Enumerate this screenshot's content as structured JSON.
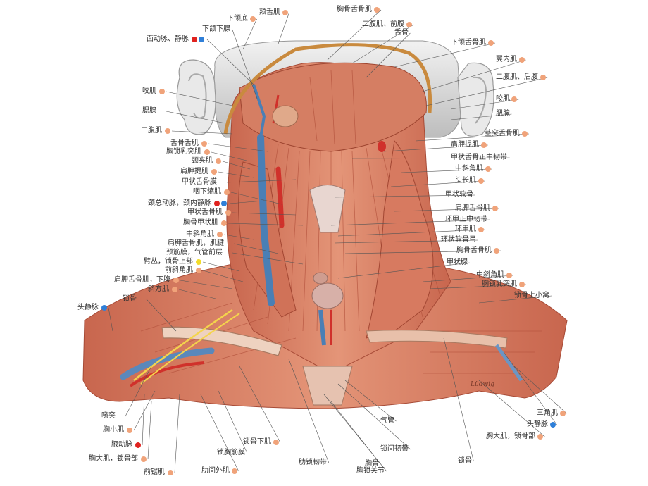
{
  "colors": {
    "muscle": "#d9826a",
    "muscle_dark": "#b85a44",
    "muscle_light": "#eba98f",
    "artery": "#d0312b",
    "vein": "#4a7fb5",
    "nerve": "#f4d44c",
    "skin": "#dcdcdc",
    "orange_dot": "#f0a37a",
    "red_dot": "#e0231f",
    "blue_dot": "#2f7fd8",
    "yellow_dot": "#f2dc2a",
    "line": "#555555"
  },
  "labels": [
    {
      "id": "l1",
      "text": "下颌底",
      "dot": "orange"
    },
    {
      "id": "l2",
      "text": "颏舌肌",
      "dot": "orange"
    },
    {
      "id": "l3",
      "text": "胸骨舌骨肌",
      "dot": "orange"
    },
    {
      "id": "l4",
      "text": "二腹肌、前腹",
      "dot": "orange"
    },
    {
      "id": "l5",
      "text": "舌骨",
      "dot": "none"
    },
    {
      "id": "l6",
      "text": "下颌下腺",
      "dot": "none"
    },
    {
      "id": "l7",
      "text": "面动脉、静脉",
      "dot": "red-blue"
    },
    {
      "id": "l8",
      "text": "下颌舌骨肌",
      "dot": "orange"
    },
    {
      "id": "l9",
      "text": "翼内肌",
      "dot": "orange"
    },
    {
      "id": "l10",
      "text": "二腹肌、后腹",
      "dot": "orange"
    },
    {
      "id": "l11",
      "text": "咬肌",
      "dot": "orange"
    },
    {
      "id": "l12",
      "text": "咬肌",
      "dot": "orange"
    },
    {
      "id": "l13",
      "text": "腮腺",
      "dot": "none"
    },
    {
      "id": "l14",
      "text": "腮腺",
      "dot": "none"
    },
    {
      "id": "l15",
      "text": "二腹肌",
      "dot": "orange"
    },
    {
      "id": "l16",
      "text": "茎突舌骨肌",
      "dot": "orange"
    },
    {
      "id": "l17",
      "text": "舌骨舌肌",
      "dot": "orange"
    },
    {
      "id": "l18",
      "text": "肩胛提肌",
      "dot": "orange"
    },
    {
      "id": "l19",
      "text": "胸锁乳突肌",
      "dot": "orange"
    },
    {
      "id": "l20",
      "text": "甲状舌骨正中韧带",
      "dot": "none"
    },
    {
      "id": "l21",
      "text": "颈夹肌",
      "dot": "orange"
    },
    {
      "id": "l22",
      "text": "中斜角肌",
      "dot": "orange"
    },
    {
      "id": "l23",
      "text": "肩胛提肌",
      "dot": "orange"
    },
    {
      "id": "l24",
      "text": "头长肌",
      "dot": "orange"
    },
    {
      "id": "l25",
      "text": "甲状舌骨膜",
      "dot": "none"
    },
    {
      "id": "l26",
      "text": "甲状软骨",
      "dot": "none"
    },
    {
      "id": "l27",
      "text": "咽下缩肌",
      "dot": "orange"
    },
    {
      "id": "l28",
      "text": "肩胛舌骨肌",
      "dot": "orange"
    },
    {
      "id": "l29",
      "text": "颈总动脉，颈内静脉",
      "dot": "red-blue"
    },
    {
      "id": "l30",
      "text": "环甲正中韧带",
      "dot": "none"
    },
    {
      "id": "l31",
      "text": "甲状舌骨肌",
      "dot": "orange"
    },
    {
      "id": "l32",
      "text": "环甲肌",
      "dot": "orange"
    },
    {
      "id": "l33",
      "text": "胸骨甲状肌",
      "dot": "orange"
    },
    {
      "id": "l34",
      "text": "环状软骨弓",
      "dot": "none"
    },
    {
      "id": "l35",
      "text": "中斜角肌",
      "dot": "orange"
    },
    {
      "id": "l36",
      "text": "胸骨舌骨肌",
      "dot": "orange"
    },
    {
      "id": "l37",
      "text": "肩胛舌骨肌，肌腱",
      "dot": "none"
    },
    {
      "id": "l38",
      "text": "甲状腺",
      "dot": "none"
    },
    {
      "id": "l39",
      "text": "颈筋膜，气管前层",
      "dot": "none"
    },
    {
      "id": "l40",
      "text": "臂丛，锁骨上部",
      "dot": "yellow"
    },
    {
      "id": "l41",
      "text": "中斜角肌",
      "dot": "orange"
    },
    {
      "id": "l42",
      "text": "前斜角肌",
      "dot": "orange"
    },
    {
      "id": "l43",
      "text": "胸锁乳突肌",
      "dot": "orange"
    },
    {
      "id": "l44",
      "text": "肩胛舌骨肌，下腹",
      "dot": "orange"
    },
    {
      "id": "l45",
      "text": "锁骨上小窝",
      "dot": "none"
    },
    {
      "id": "l46",
      "text": "斜方肌",
      "dot": "orange"
    },
    {
      "id": "l47",
      "text": "锁骨",
      "dot": "none"
    },
    {
      "id": "l48",
      "text": "头静脉",
      "dot": "blue"
    },
    {
      "id": "l49",
      "text": "喙突",
      "dot": "none"
    },
    {
      "id": "l50",
      "text": "三角肌",
      "dot": "orange"
    },
    {
      "id": "l51",
      "text": "头静脉",
      "dot": "blue"
    },
    {
      "id": "l52",
      "text": "胸小肌",
      "dot": "orange"
    },
    {
      "id": "l53",
      "text": "胸大肌，锁骨部",
      "dot": "orange"
    },
    {
      "id": "l54",
      "text": "腋动脉",
      "dot": "red"
    },
    {
      "id": "l55",
      "text": "锁骨下肌",
      "dot": "orange"
    },
    {
      "id": "l56",
      "text": "气管",
      "dot": "none"
    },
    {
      "id": "l57",
      "text": "锁间韧带",
      "dot": "none"
    },
    {
      "id": "l58",
      "text": "胸大肌，锁骨部",
      "dot": "orange"
    },
    {
      "id": "l59",
      "text": "锁胸筋膜",
      "dot": "none"
    },
    {
      "id": "l60",
      "text": "肋锁韧带",
      "dot": "none"
    },
    {
      "id": "l61",
      "text": "胸骨",
      "dot": "none"
    },
    {
      "id": "l62",
      "text": "锁骨",
      "dot": "none"
    },
    {
      "id": "l63",
      "text": "胸锁关节",
      "dot": "none"
    },
    {
      "id": "l64",
      "text": "前锯肌",
      "dot": "orange"
    },
    {
      "id": "l65",
      "text": "肋间外肌",
      "dot": "orange"
    }
  ],
  "artist_signature": "Lüdwig"
}
